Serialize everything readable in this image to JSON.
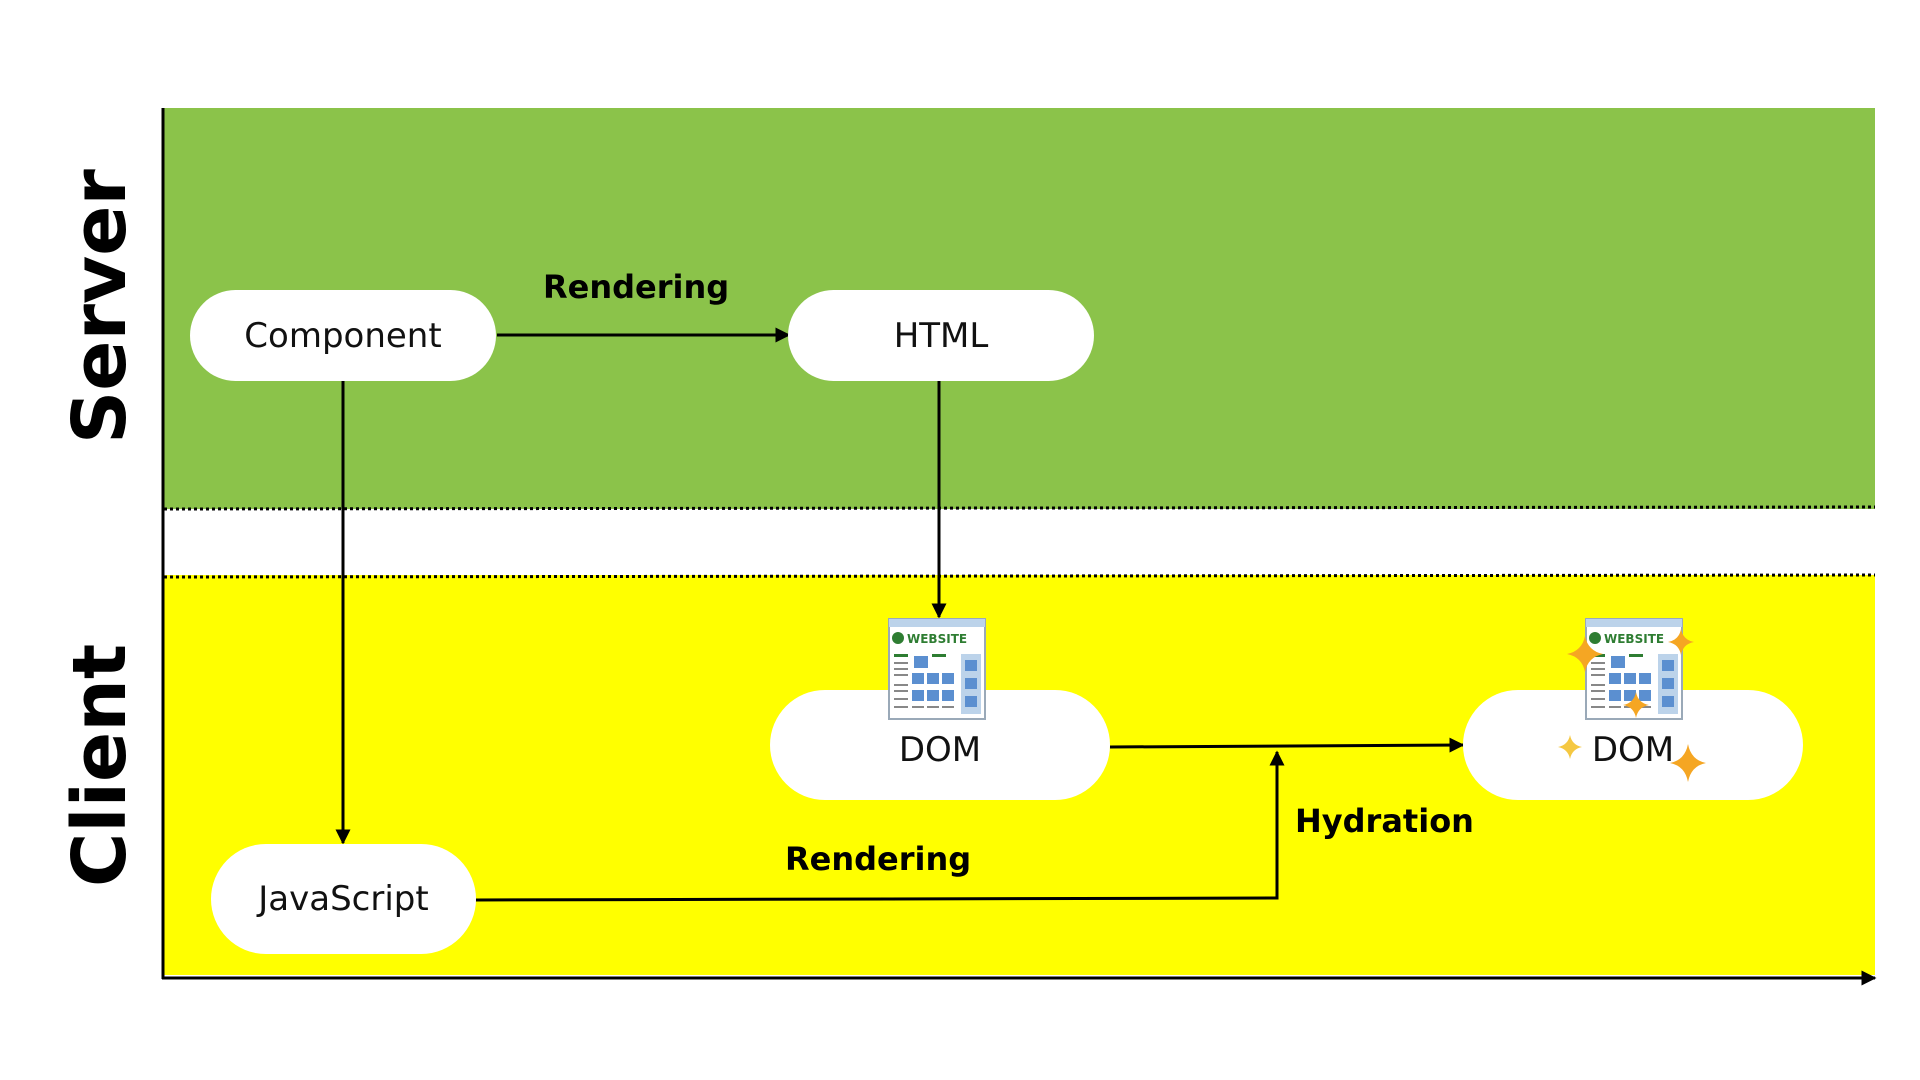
{
  "lanes": {
    "server": {
      "label": "Server",
      "color": "#8bc34a"
    },
    "client": {
      "label": "Client",
      "color": "#ffff00"
    }
  },
  "nodes": {
    "component": "Component",
    "html": "HTML",
    "javascript": "JavaScript",
    "dom_before": "DOM",
    "dom_after": "DOM"
  },
  "edges": {
    "server_rendering": "Rendering",
    "client_rendering": "Rendering",
    "hydration": "Hydration"
  },
  "icons": {
    "website_label": "WEBSITE",
    "icon_names": [
      "website-icon",
      "sparkle-icon"
    ],
    "sparkle_color": "#f5a623",
    "website_accent": "#2e7d32",
    "website_block": "#5b8fd0"
  }
}
